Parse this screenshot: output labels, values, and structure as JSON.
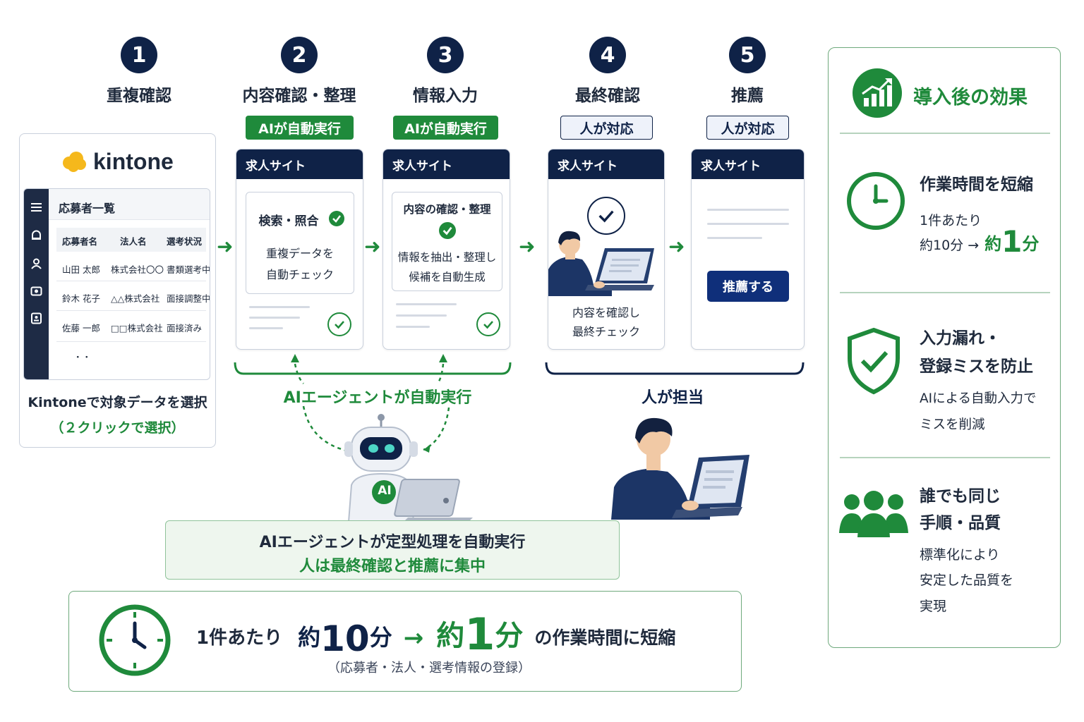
{
  "steps": [
    {
      "num": "1",
      "title": "重複確認"
    },
    {
      "num": "2",
      "title": "内容確認・整理",
      "badge": "AIが自動実行"
    },
    {
      "num": "3",
      "title": "情報入力",
      "badge": "AIが自動実行"
    },
    {
      "num": "4",
      "title": "最終確認",
      "badge": "人が対応"
    },
    {
      "num": "5",
      "title": "推薦",
      "badge": "人が対応"
    }
  ],
  "kintone": {
    "logo_text": "kintone",
    "list_title": "応募者一覧",
    "columns": [
      "応募者名",
      "法人名",
      "選考状況"
    ],
    "rows": [
      [
        "山田 太郎",
        "株式会社〇〇",
        "書類選考中"
      ],
      [
        "鈴木 花子",
        "△△株式会社",
        "面接調整中"
      ],
      [
        "佐藤 一郎",
        "□□株式会社",
        "面接済み"
      ]
    ],
    "more": "・・",
    "caption": "Kintoneで対象データを選択",
    "sub_caption": "（２クリックで選択）"
  },
  "cards": {
    "header": "求人サイト",
    "card2": {
      "title": "検索・照合",
      "body_line1": "重複データを",
      "body_line2": "自動チェック"
    },
    "card3": {
      "title": "内容の確認・整理",
      "body_line1": "情報を抽出・整理し",
      "body_line2": "候補を自動生成"
    },
    "card4": {
      "body_line1": "内容を確認し",
      "body_line2": "最終チェック"
    },
    "card5": {
      "button": "推薦する"
    }
  },
  "labels": {
    "ai_group": "AIエージェントが自動実行",
    "human_group": "人が担当",
    "robot_badge": "AI"
  },
  "summary": {
    "line1": "AIエージェントが定型処理を自動実行",
    "line2": "人は最終確認と推薦に集中"
  },
  "bottom": {
    "prefix": "1件あたり",
    "before_label": "約",
    "before_value": "10",
    "before_unit": "分",
    "arrow": "→",
    "after_label": "約",
    "after_value": "1",
    "after_unit": "分",
    "suffix": "の作業時間に短縮",
    "note": "（応募者・法人・選考情報の登録）"
  },
  "effects": {
    "title": "導入後の効果",
    "items": [
      {
        "heading1": "作業時間を短縮",
        "text1": "1件あたり",
        "text2_prefix": "約10分 →",
        "text2_label": "約",
        "text2_value": "1",
        "text2_unit": "分"
      },
      {
        "heading1": "入力漏れ・",
        "heading2": "登録ミスを防止",
        "text1": "AIによる自動入力で",
        "text2": "ミスを削減"
      },
      {
        "heading1": "誰でも同じ",
        "heading2": "手順・品質",
        "text1": "標準化により",
        "text2": "安定した品質を",
        "text3": "実現"
      }
    ]
  },
  "colors": {
    "navy": "#0f2247",
    "green": "#1f8a3b",
    "light_green": "#eef6ee"
  }
}
